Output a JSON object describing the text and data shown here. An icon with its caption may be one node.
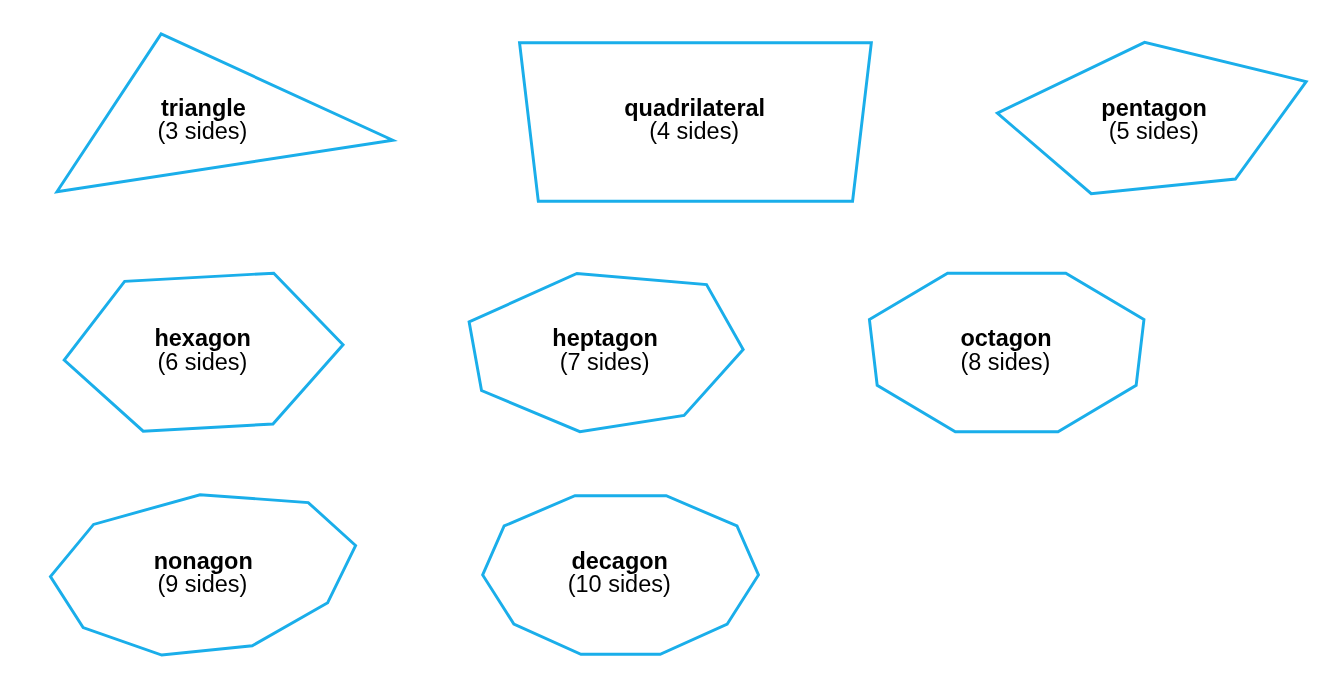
{
  "diagram": {
    "nodes": [
      {
        "text": [
          "triangle",
          "(3 sides)"
        ]
      },
      {
        "text": [
          "quadrilateral",
          "(4 sides)"
        ]
      },
      {
        "text": [
          "pentagon",
          "(5 sides)"
        ]
      },
      {
        "text": [
          "hexagon",
          "(6 sides)"
        ]
      },
      {
        "text": [
          "heptagon",
          "(7 sides)"
        ]
      },
      {
        "text": [
          "octagon",
          "(8 sides)"
        ]
      },
      {
        "text": [
          "nonagon",
          "(9 sides)"
        ]
      },
      {
        "text": [
          "decagon",
          "(10 sides)"
        ]
      }
    ]
  }
}
